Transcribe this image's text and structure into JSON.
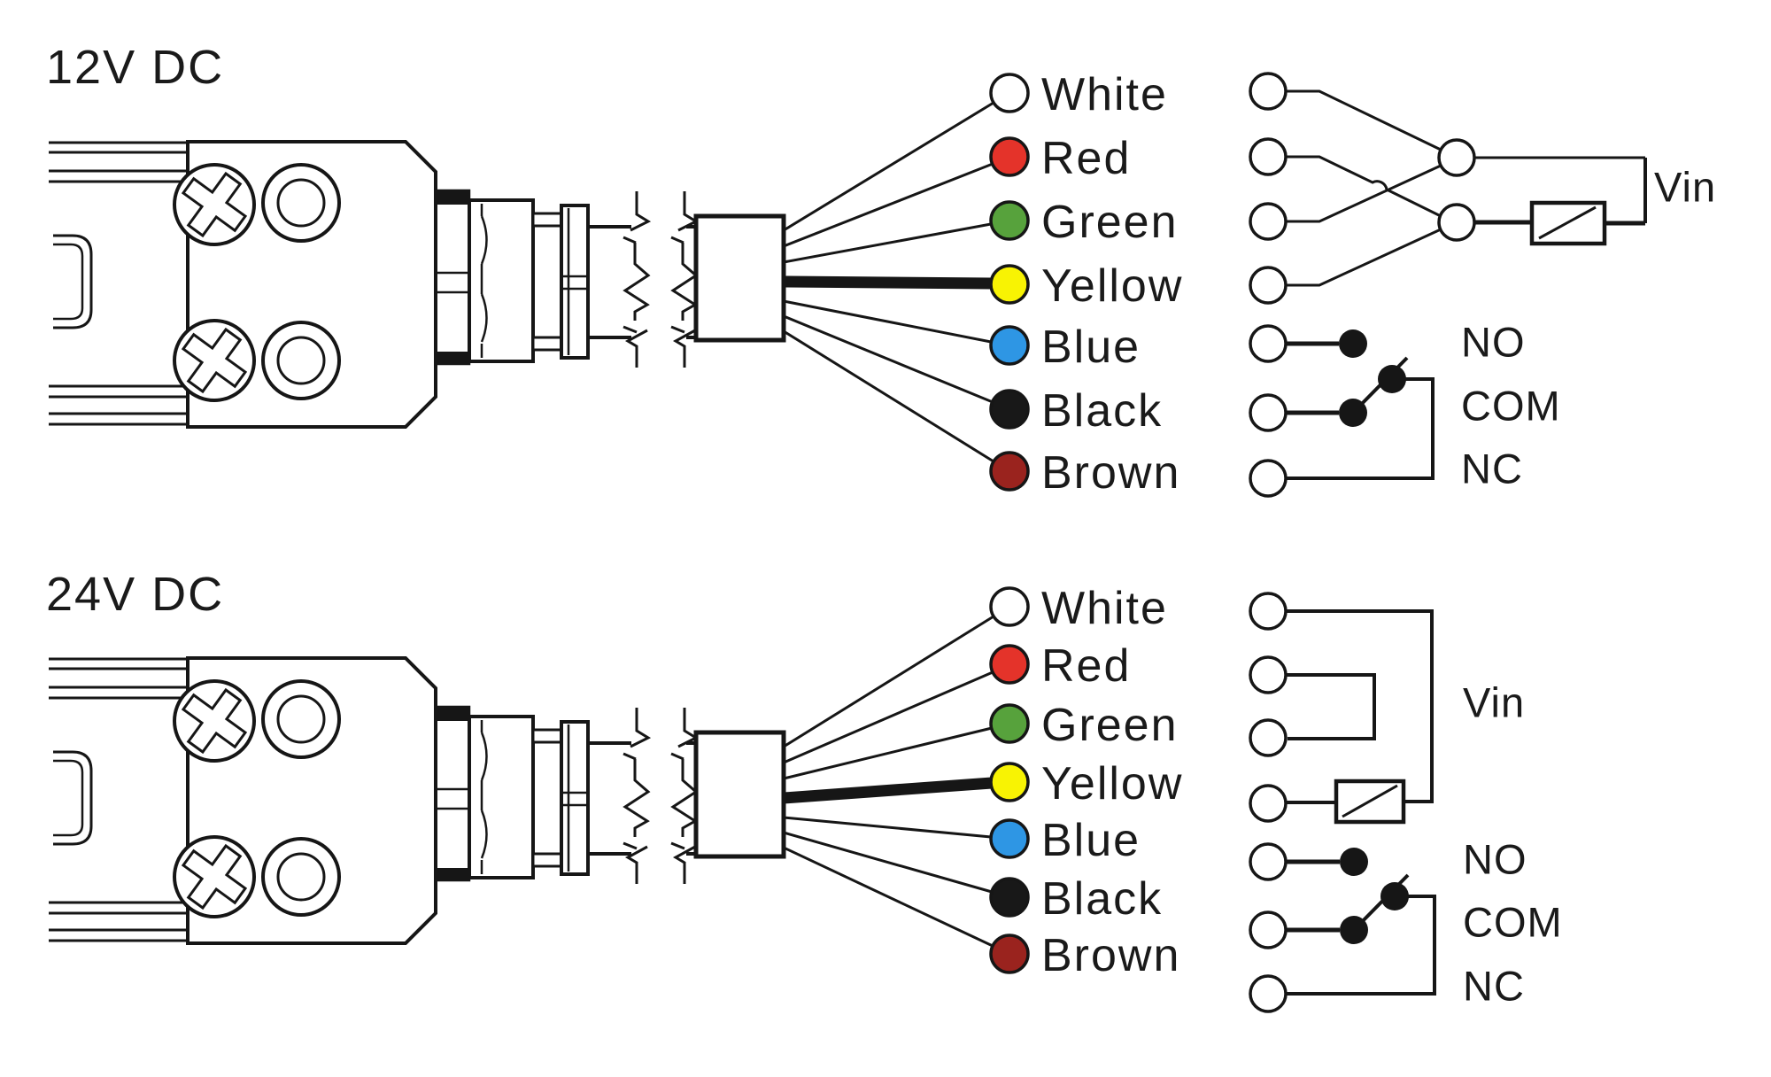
{
  "diagram": {
    "type": "wiring-diagram",
    "line_color": "#161616",
    "background": "#ffffff",
    "sections": [
      {
        "id": "12v-dc",
        "voltage": "12V DC",
        "wires": [
          {
            "name": "white",
            "label": "White",
            "hex": "#ffffff"
          },
          {
            "name": "red",
            "label": "Red",
            "hex": "#e4332a"
          },
          {
            "name": "green",
            "label": "Green",
            "hex": "#57a23c"
          },
          {
            "name": "yellow",
            "label": "Yellow",
            "hex": "#f8f303"
          },
          {
            "name": "blue",
            "label": "Blue",
            "hex": "#2e96e4"
          },
          {
            "name": "black",
            "label": "Black",
            "hex": "#181818"
          },
          {
            "name": "brown",
            "label": "Brown",
            "hex": "#9a231e"
          }
        ],
        "power": {
          "label": "Vin"
        },
        "relay": {
          "no": "NO",
          "com": "COM",
          "nc": "NC"
        }
      },
      {
        "id": "24v-dc",
        "voltage": "24V DC",
        "wires": [
          {
            "name": "white",
            "label": "White",
            "hex": "#ffffff"
          },
          {
            "name": "red",
            "label": "Red",
            "hex": "#e4332a"
          },
          {
            "name": "green",
            "label": "Green",
            "hex": "#57a23c"
          },
          {
            "name": "yellow",
            "label": "Yellow",
            "hex": "#f8f303"
          },
          {
            "name": "blue",
            "label": "Blue",
            "hex": "#2e96e4"
          },
          {
            "name": "black",
            "label": "Black",
            "hex": "#181818"
          },
          {
            "name": "brown",
            "label": "Brown",
            "hex": "#9a231e"
          }
        ],
        "power": {
          "label": "Vin"
        },
        "relay": {
          "no": "NO",
          "com": "COM",
          "nc": "NC"
        }
      }
    ]
  }
}
